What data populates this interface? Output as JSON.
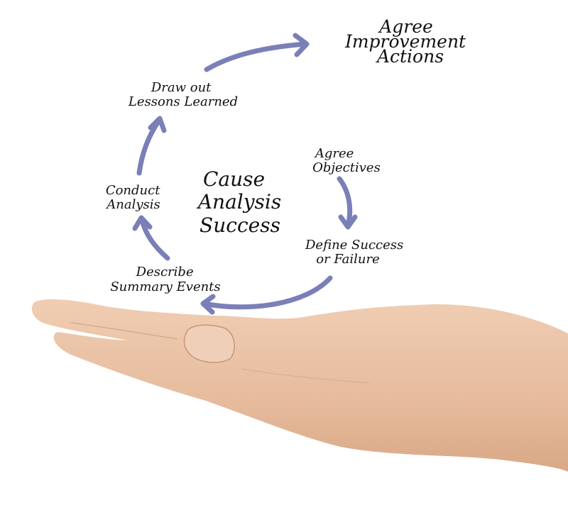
{
  "diagram": {
    "center": [
      "Cause",
      "Analysis",
      "Success"
    ],
    "steps": [
      {
        "lines": [
          "Agree",
          "Objectives"
        ]
      },
      {
        "lines": [
          "Define Success",
          "or Failure"
        ]
      },
      {
        "lines": [
          "Describe",
          "Summary Events"
        ]
      },
      {
        "lines": [
          "Conduct",
          "Analysis"
        ]
      },
      {
        "lines": [
          "Draw out",
          "Lessons Learned"
        ]
      },
      {
        "lines": [
          "Agree",
          "Improvement",
          "Actions"
        ]
      }
    ]
  },
  "colors": {
    "arrow": "#7b7fb8",
    "skin": "#e9c3a6",
    "text": "#111111"
  }
}
